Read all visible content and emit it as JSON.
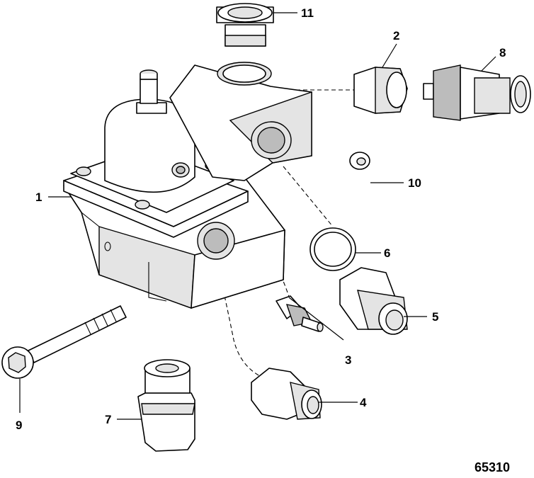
{
  "callouts": [
    {
      "id": "c1",
      "label": "1"
    },
    {
      "id": "c2",
      "label": "2"
    },
    {
      "id": "c3",
      "label": "3"
    },
    {
      "id": "c4",
      "label": "4"
    },
    {
      "id": "c5",
      "label": "5"
    },
    {
      "id": "c6",
      "label": "6"
    },
    {
      "id": "c7",
      "label": "7"
    },
    {
      "id": "c8",
      "label": "8"
    },
    {
      "id": "c9",
      "label": "9"
    },
    {
      "id": "c10",
      "label": "10"
    },
    {
      "id": "c11",
      "label": "11"
    }
  ],
  "figure_number": "65310"
}
